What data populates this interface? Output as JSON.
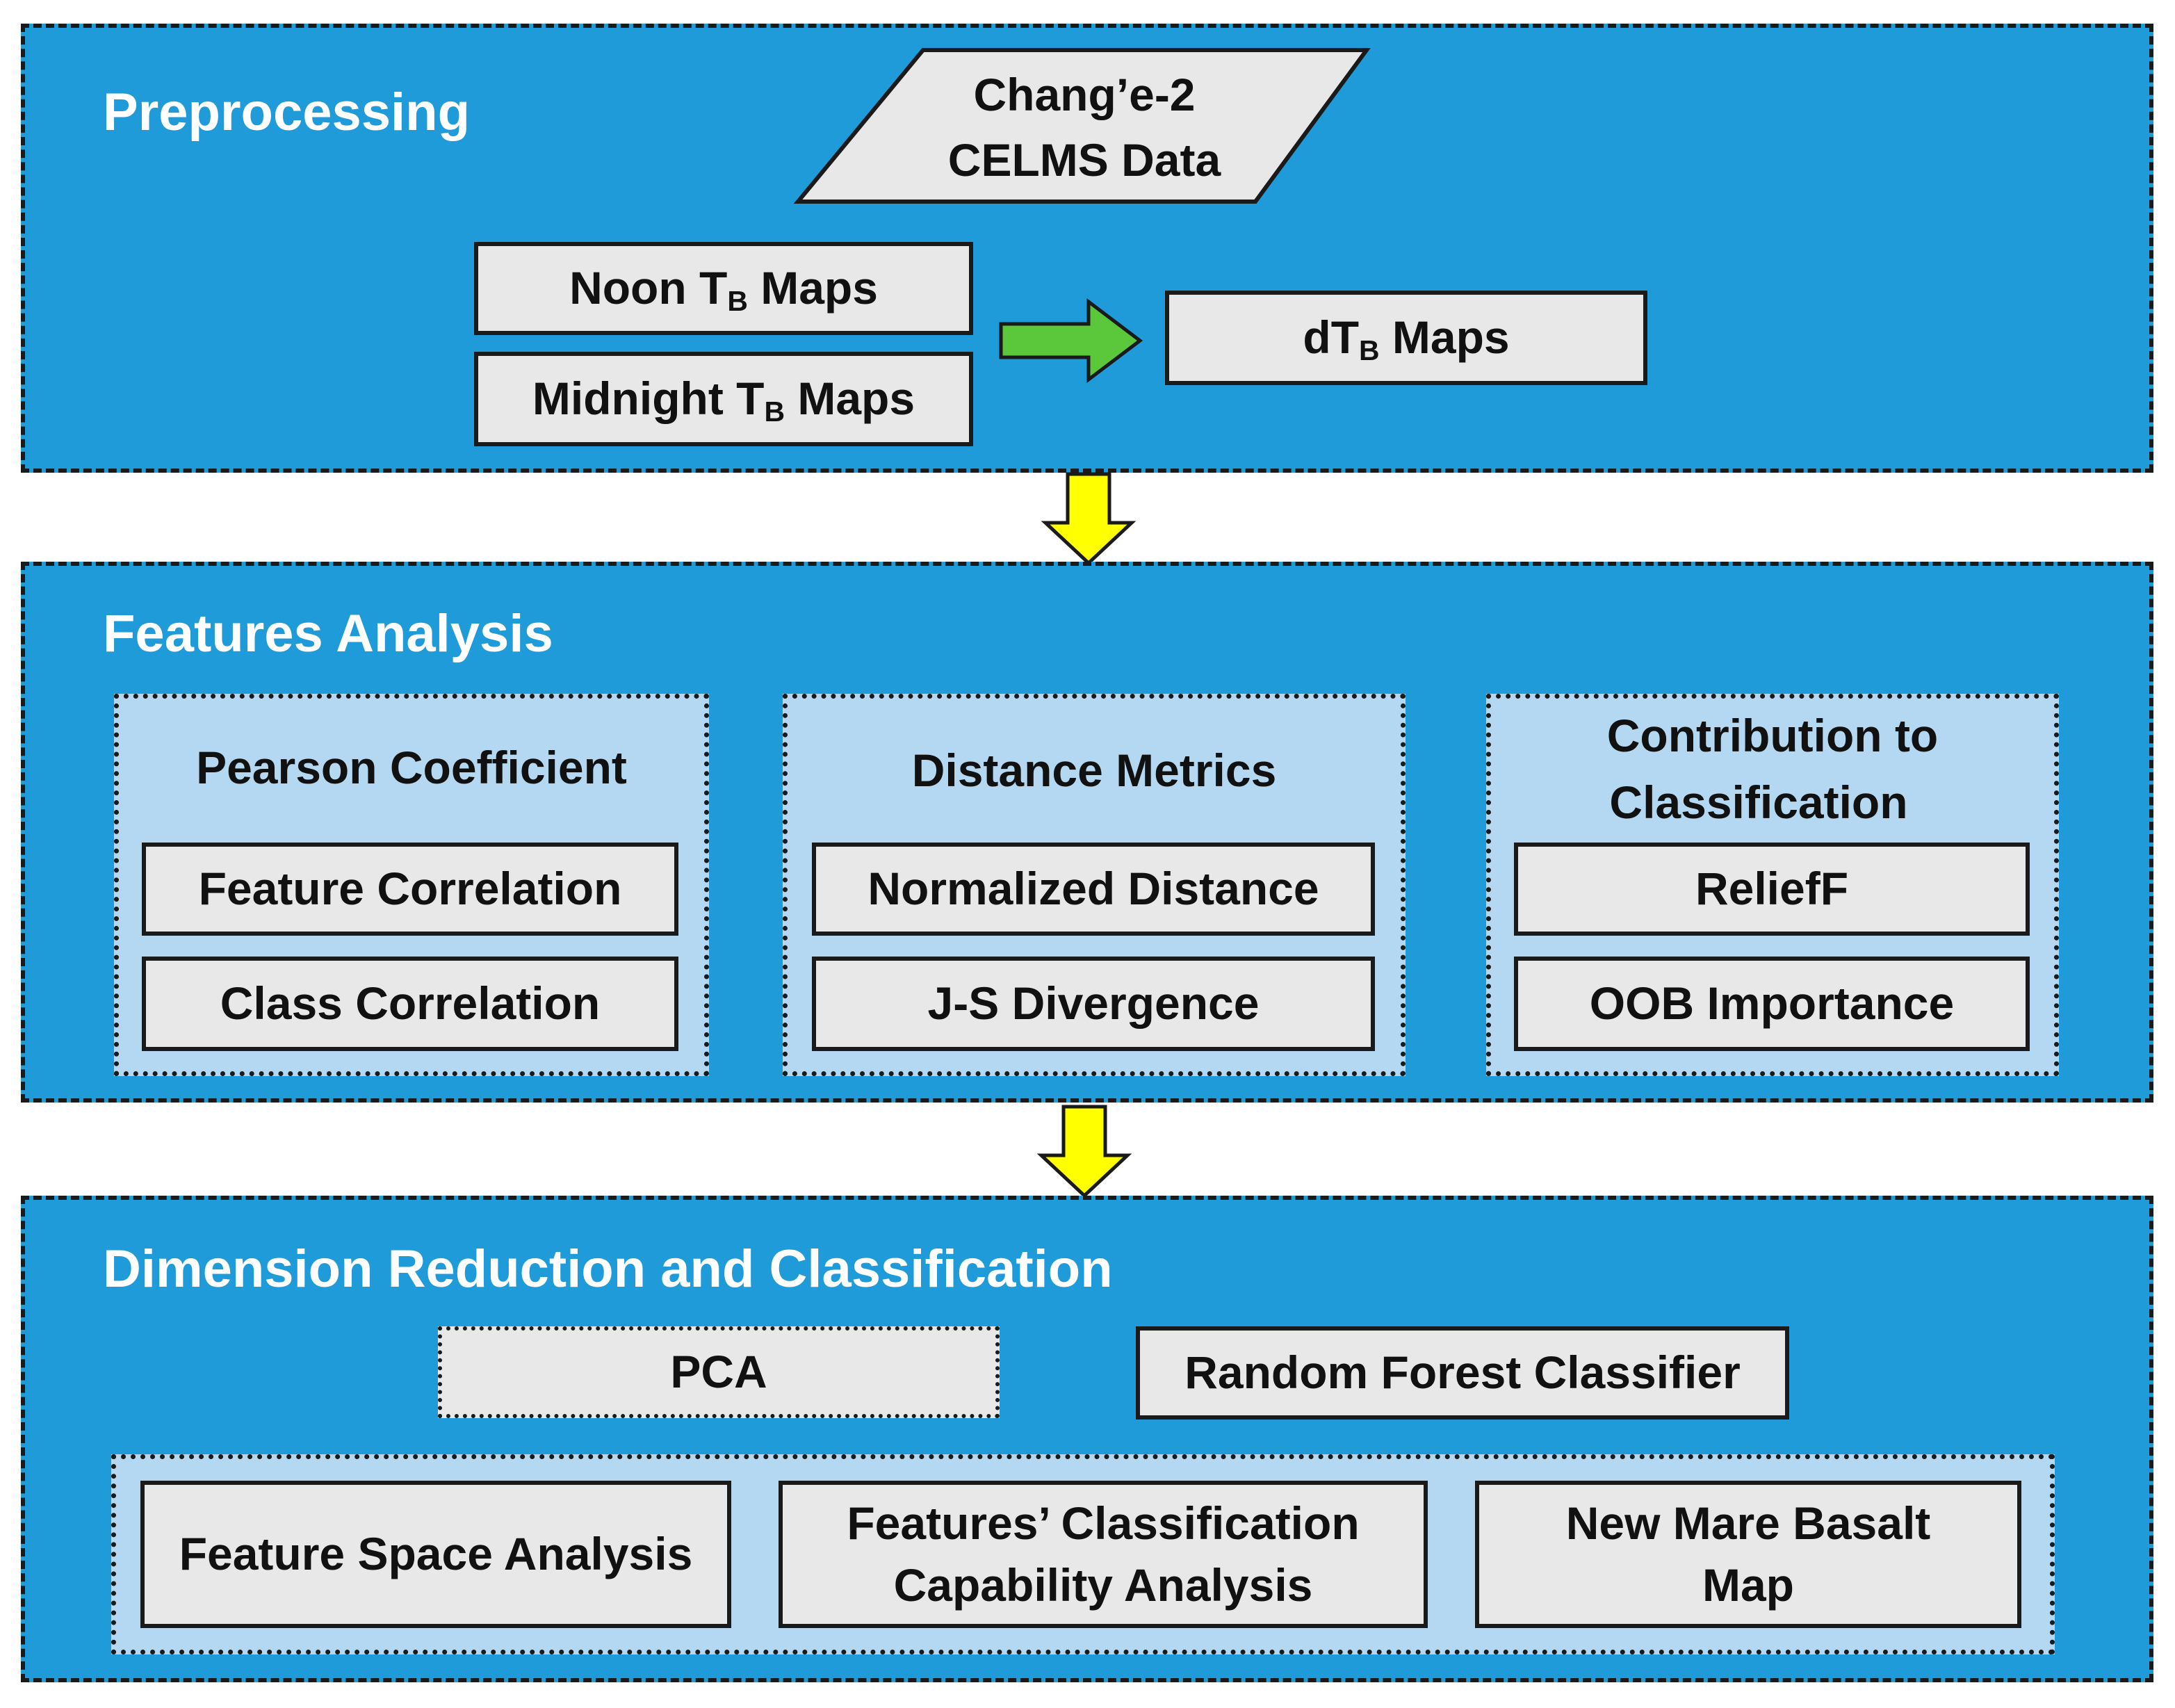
{
  "preprocessing": {
    "title": "Preprocessing",
    "data_source_line1": "Chang’e-2",
    "data_source_line2": "CELMS Data",
    "noon_maps": {
      "pre": "Noon T",
      "sub": "B",
      "post": " Maps"
    },
    "midnight_maps": {
      "pre": "Midnight T",
      "sub": "B",
      "post": " Maps"
    },
    "dtb_maps": {
      "pre": "dT",
      "sub": "B",
      "post": " Maps"
    }
  },
  "features_analysis": {
    "title": "Features Analysis",
    "groups": [
      {
        "title": "Pearson Coefficient",
        "items": [
          "Feature Correlation",
          "Class Correlation"
        ]
      },
      {
        "title": "Distance Metrics",
        "items": [
          "Normalized Distance",
          "J-S Divergence"
        ]
      },
      {
        "title_line1": "Contribution to",
        "title_line2": "Classification",
        "items": [
          "ReliefF",
          "OOB Importance"
        ]
      }
    ]
  },
  "dimension_reduction": {
    "title": "Dimension Reduction and Classification",
    "pca": "PCA",
    "classifier": "Random Forest Classifier",
    "outputs": [
      {
        "line1": "Feature Space Analysis"
      },
      {
        "line1": "Features’ Classification",
        "line2": "Capability Analysis"
      },
      {
        "line1": "New Mare Basalt",
        "line2": "Map"
      }
    ]
  },
  "colors": {
    "panel_blue": "#1f9bd9",
    "subpanel_light_blue": "#b4d8f1",
    "box_gray": "#e8e8e8",
    "arrow_green": "#5ac83a",
    "arrow_yellow": "#ffff00"
  }
}
